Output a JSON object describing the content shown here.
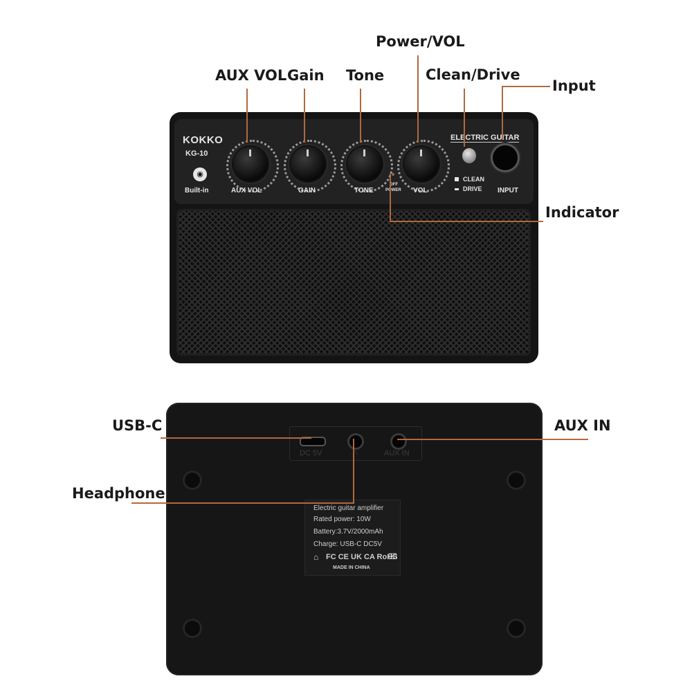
{
  "callouts": {
    "power_vol": "Power/VOL",
    "aux_vol": "AUX VOL",
    "gain": "Gain",
    "tone": "Tone",
    "clean_drive": "Clean/Drive",
    "input": "Input",
    "indicator": "Indicator",
    "usb_c": "USB-C",
    "aux_in": "AUX IN",
    "headphone": "Headphone"
  },
  "panel": {
    "brand": "KOKKO",
    "model": "KG-10",
    "builtin": "Built-in",
    "aux_vol": "AUX VOL",
    "gain": "GAIN",
    "tone": "TONE",
    "off": "OFF",
    "power": "POWER",
    "vol": "VOL",
    "electric_guitar": "ELECTRIC GUITAR",
    "clean": "CLEAN",
    "drive": "DRIVE",
    "input": "INPUT"
  },
  "back": {
    "dc5v": "DC 5V",
    "aux_in": "AUX IN",
    "label_lines": [
      "Electric guitar amplifier",
      "Rated power: 10W",
      "Battery:3.7V/2000mAh",
      "Charge: USB-C DC5V"
    ],
    "certs": "FC CE UK CA RoHS",
    "made_in": "MADE IN CHINA"
  },
  "colors": {
    "leader_line": "#b06a3c",
    "amp_body": "#141414"
  }
}
